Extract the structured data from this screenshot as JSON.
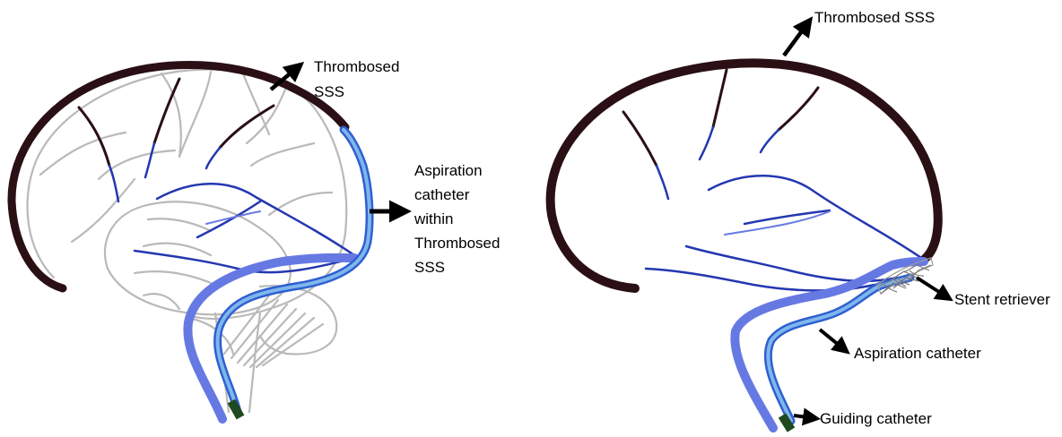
{
  "colors": {
    "thrombus_sinus": "#2a0f14",
    "vein": "#2437b0",
    "guiding_catheter": "#6679e3",
    "aspiration_outer": "#2f5fd1",
    "aspiration_inner": "#7fb6ec",
    "catheter_tip": "#1f4a1f",
    "brain_outline": "#b9b9b9",
    "arrow": "#000000"
  },
  "left_panel": {
    "label_thrombosed_sss": [
      "Thrombosed",
      "SSS"
    ],
    "label_aspiration": [
      "Aspiration",
      "catheter",
      "within",
      "Thrombosed",
      "SSS"
    ]
  },
  "right_panel": {
    "label_thrombosed_sss": "Thrombosed SSS",
    "label_stent_retriever": "Stent retriever",
    "label_aspiration_catheter": "Aspiration catheter",
    "label_guiding_catheter": "Guiding catheter"
  }
}
